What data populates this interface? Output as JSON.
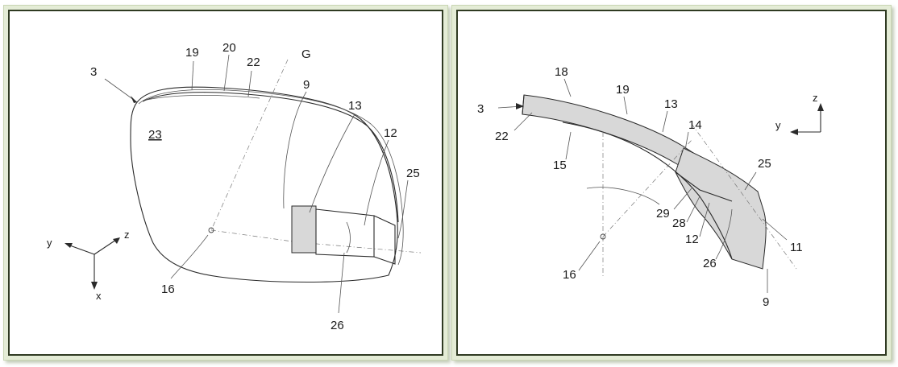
{
  "figures": [
    {
      "id": "left",
      "labels": {
        "l3": "3",
        "l19": "19",
        "l20": "20",
        "l22": "22",
        "lG": "G",
        "l9": "9",
        "l13": "13",
        "l12": "12",
        "l25": "25",
        "l23": "23",
        "l16": "16",
        "l26": "26"
      },
      "axes": {
        "y": "y",
        "z": "z",
        "x": "x"
      }
    },
    {
      "id": "right",
      "labels": {
        "l18": "18",
        "l19": "19",
        "l13": "13",
        "l14": "14",
        "l3": "3",
        "l22": "22",
        "l15": "15",
        "l25": "25",
        "l29": "29",
        "l28": "28",
        "l12": "12",
        "l26": "26",
        "l11": "11",
        "l16": "16",
        "l9": "9"
      },
      "axes": {
        "z": "z",
        "y": "y"
      }
    }
  ],
  "colors": {
    "frame": "#2f3a22",
    "glow": "#e4ecd6",
    "ink": "#2a2a2a"
  }
}
